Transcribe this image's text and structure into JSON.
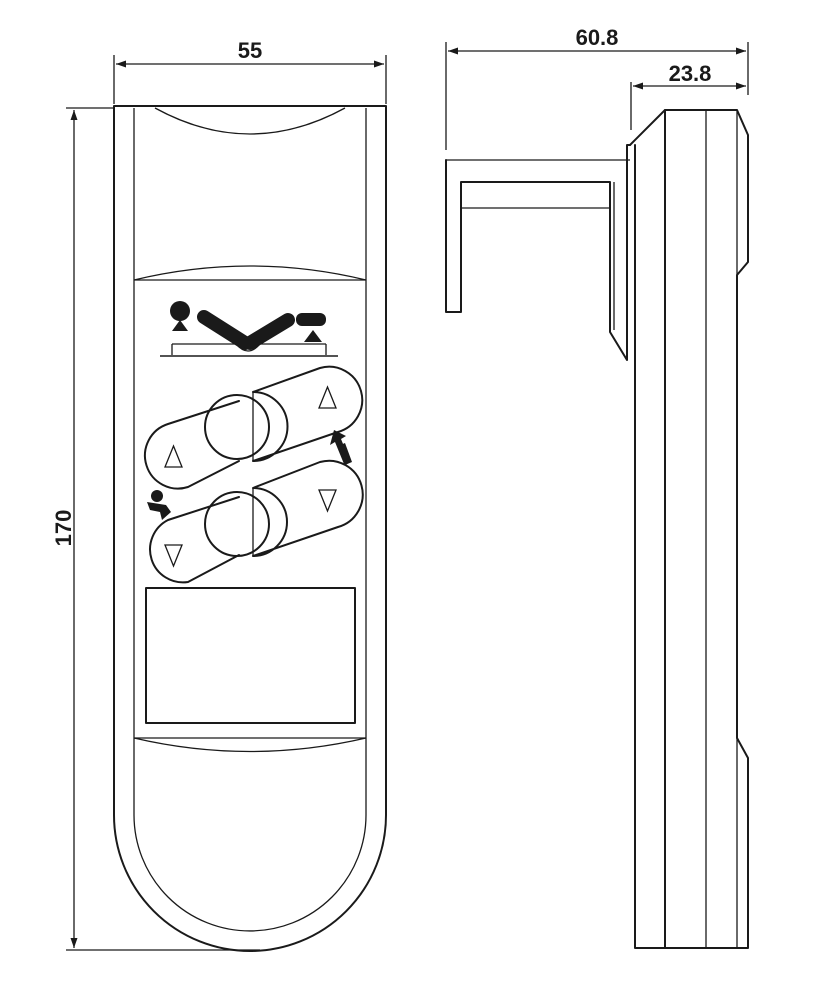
{
  "dimensions": {
    "width": "55",
    "depth_total": "60.8",
    "depth_body": "23.8",
    "height": "170"
  },
  "views": [
    "front-view",
    "side-view"
  ],
  "front": {
    "icons": [
      "bed-position-pictogram",
      "head-raise-icon",
      "foot-raise-icon"
    ],
    "buttons": [
      {
        "id": "left-up",
        "symbol": "up-triangle"
      },
      {
        "id": "left-down",
        "symbol": "down-triangle"
      },
      {
        "id": "right-up",
        "symbol": "up-triangle"
      },
      {
        "id": "right-down",
        "symbol": "down-triangle"
      }
    ]
  },
  "colors": {
    "line": "#1a1a1a",
    "background": "#ffffff"
  }
}
